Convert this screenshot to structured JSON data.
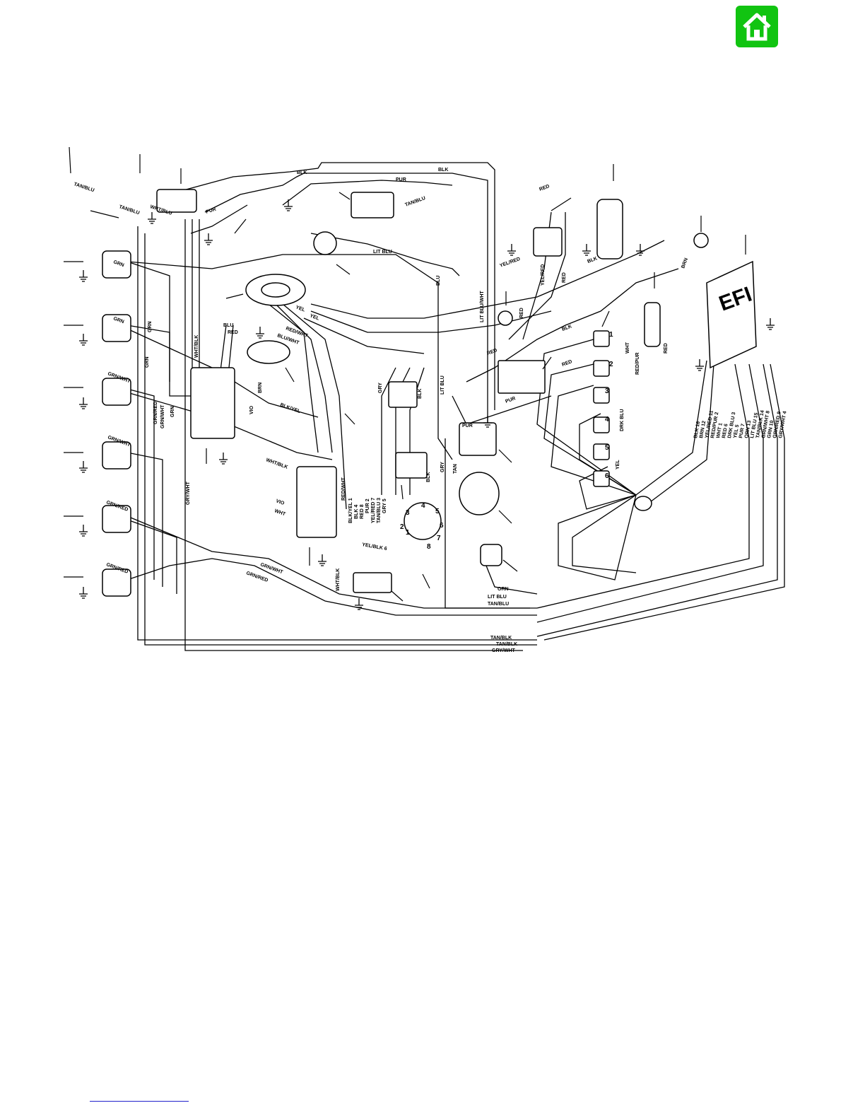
{
  "home_button": {
    "icon": "home-icon",
    "color": "#11c411"
  },
  "diagram": {
    "efi_label": "EFI",
    "wire_labels": {
      "tan_blu": "TAN/BLU",
      "tan_blk": "TAN/BLK",
      "wht_blu": "WHT/BLU",
      "pur": "PUR",
      "blk": "BLK",
      "grn": "GRN",
      "grn_wht": "GRN/WHT",
      "grn_red": "GRN/RED",
      "wht_blk": "WHT/BLK",
      "gry_wht": "GRY/WHT",
      "wht": "WHT",
      "red": "RED",
      "lit_blu": "LIT BLU",
      "blu": "BLU",
      "yel": "YEL",
      "yel_red": "YEL/RED",
      "red_wht": "RED/WHT",
      "blu_wht": "BLU/WHT",
      "blk_yel": "BLK/YEL",
      "brn": "BRN",
      "vio": "VIO",
      "gry": "GRY",
      "tan": "TAN",
      "orn": "ORN",
      "red_pur": "RED/PUR",
      "drk_blu": "DRK BLU",
      "lit_blu_wht": "LIT BLU/WHT",
      "yel_blk": "YEL/BLK 6"
    },
    "harness_pins": [
      "WHT/BLK",
      "RED/WHT",
      "BLK/YEL 1",
      "BLK 4",
      "RED 8",
      "PUR 2",
      "YEL/RED 7",
      "TAN/BLU 3",
      "GRY 5"
    ],
    "efi_pins": [
      "BLK 16",
      "BRN 12",
      "YEL/RED 11",
      "RED/PUR 2",
      "WHT 1",
      "RED 6",
      "DRK BLU 3",
      "YEL 5",
      "PUR 7",
      "ORN 13",
      "LIT BLU 15",
      "TAN/BLK 14",
      "GRN/WHT 8",
      "GRN 10",
      "GRN/RED 9",
      "GRY/WHT 4"
    ],
    "connector_pins": [
      "1",
      "2",
      "3",
      "4",
      "5",
      "6",
      "7",
      "8"
    ],
    "spark_plug_numbers": [
      "1",
      "2",
      "3",
      "4",
      "5",
      "6"
    ],
    "bottom_wires": [
      "ORN",
      "LIT BLU",
      "TAN/BLU",
      "TAN/BLK",
      "TAN/BLK",
      "GRY/WHT"
    ]
  }
}
